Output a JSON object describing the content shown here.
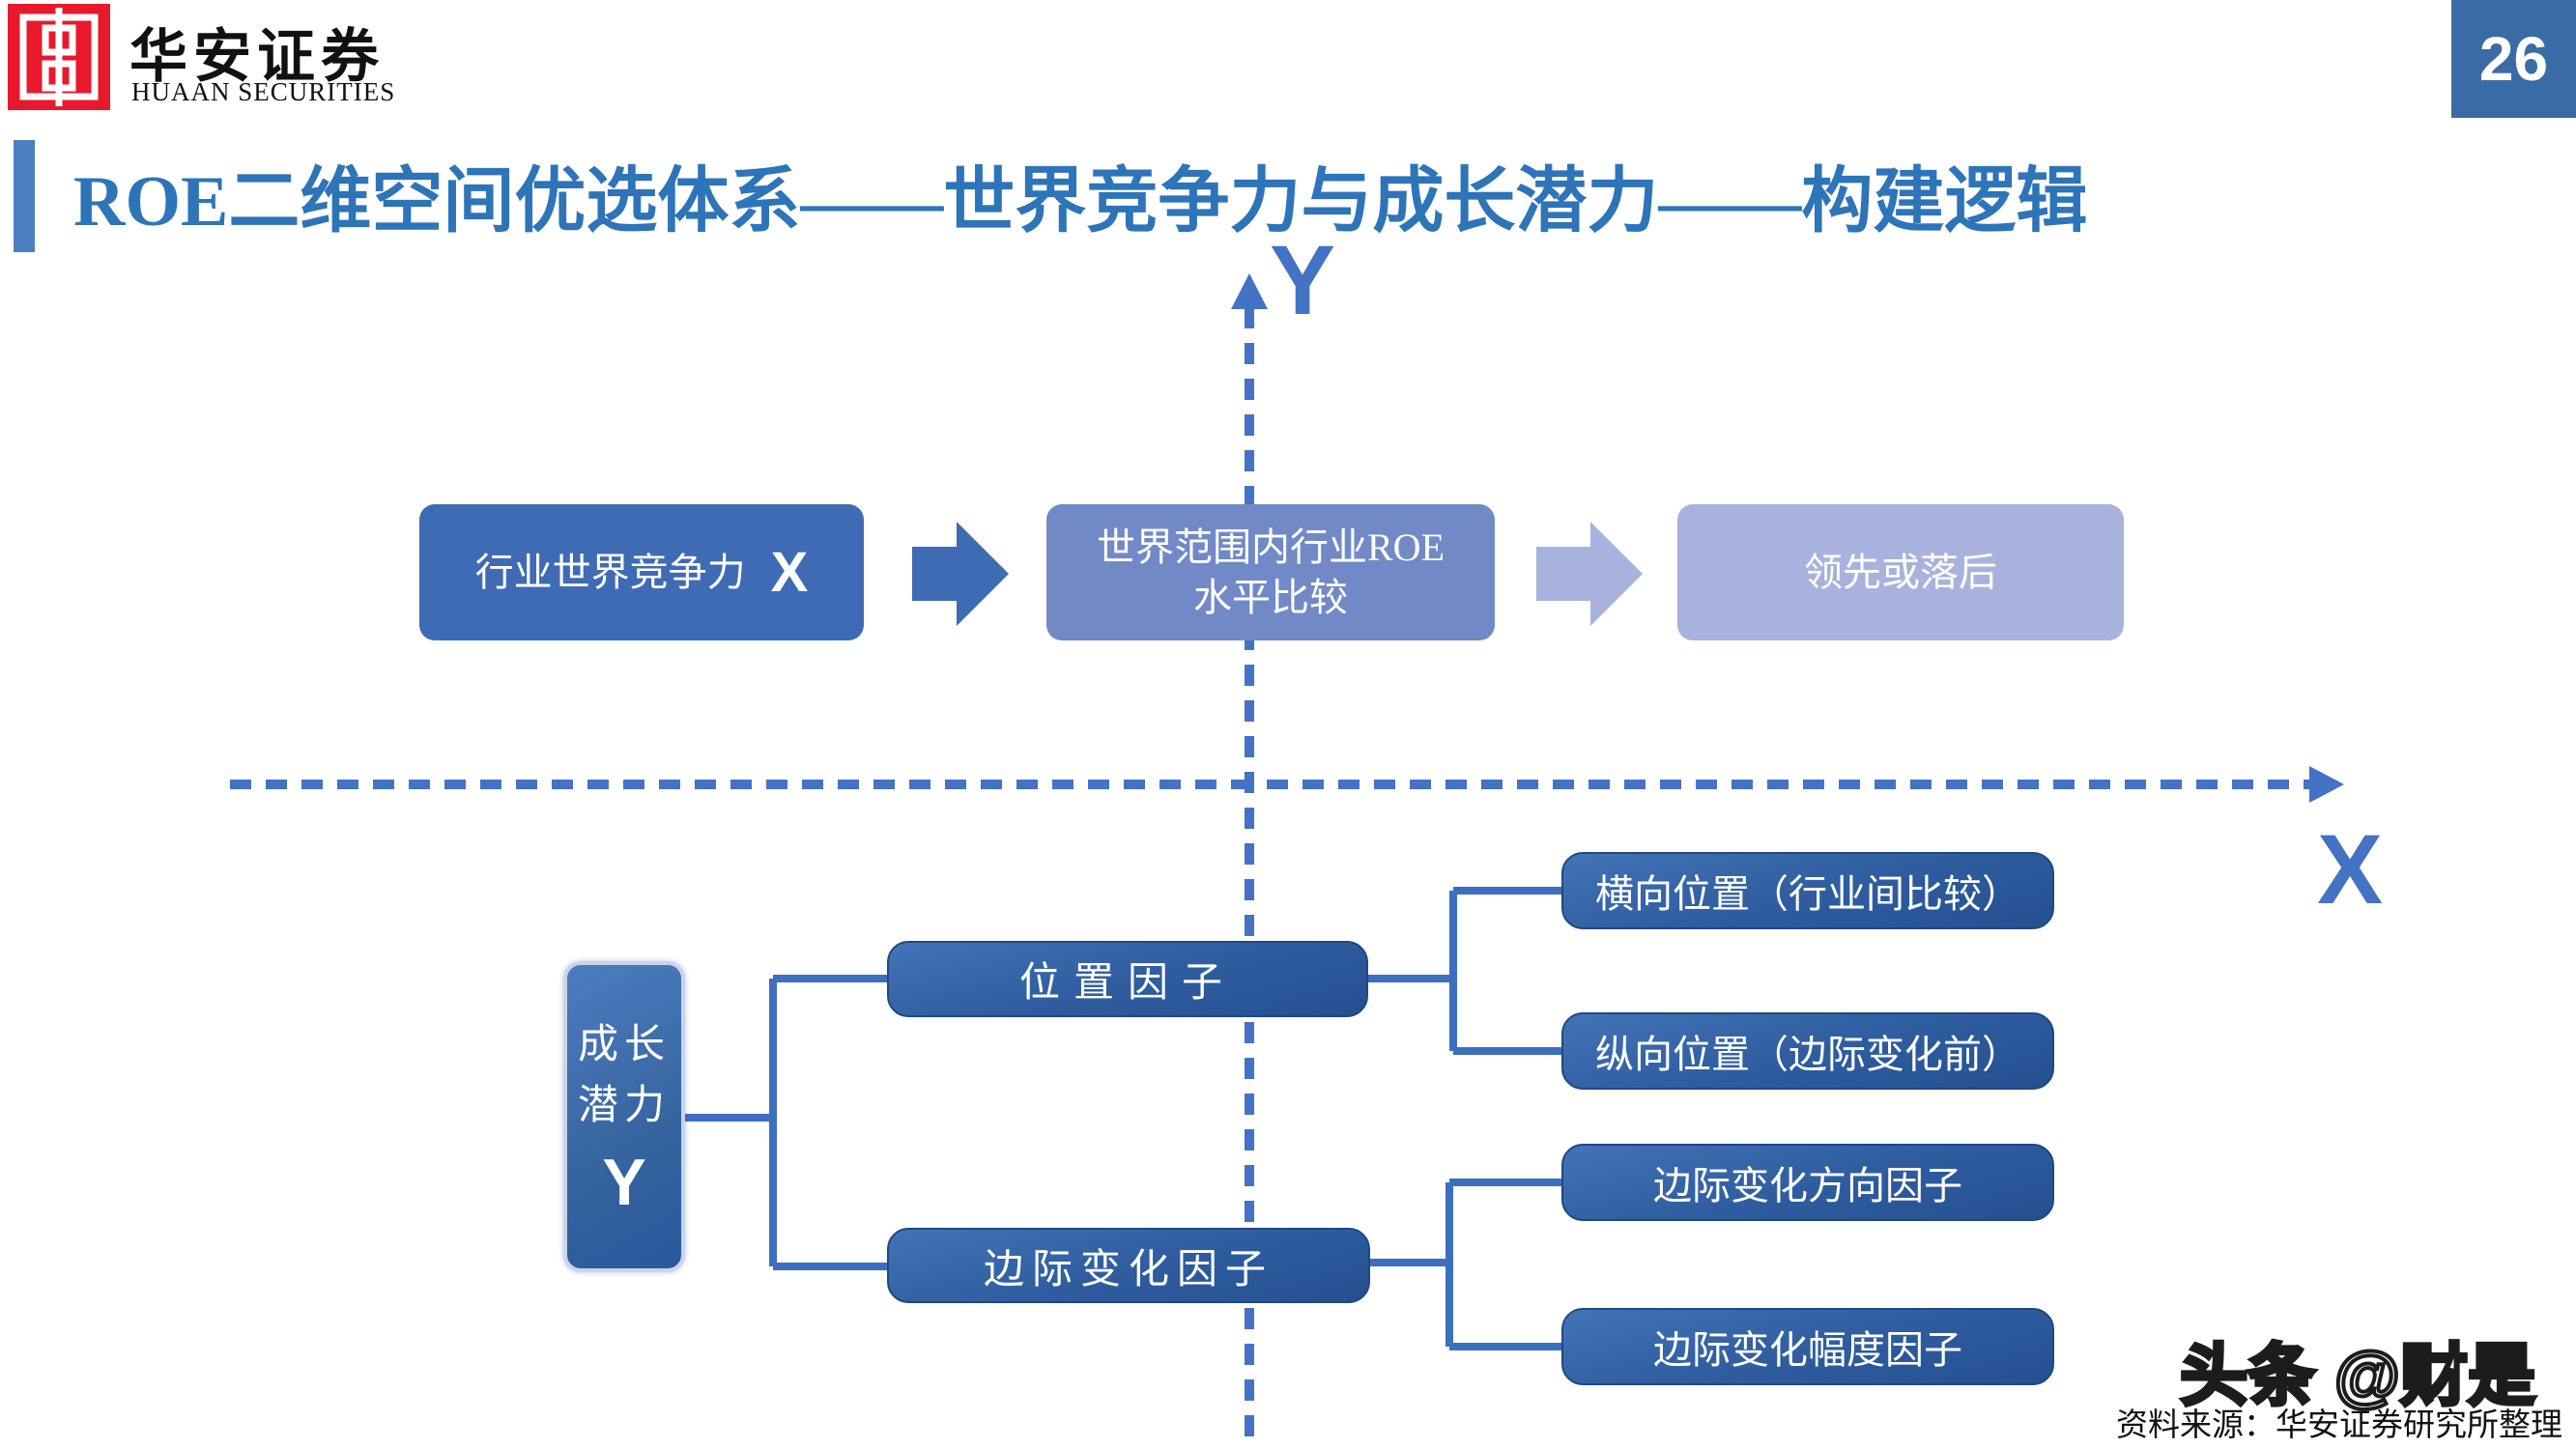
{
  "brand": {
    "name_cn": "华安证券",
    "name_en": "HUAAN SECURITIES"
  },
  "page": {
    "number": "26"
  },
  "title": "ROE二维空间优选体系——世界竞争力与成长潜力——构建逻辑",
  "axes": {
    "y_label": "Y",
    "x_label": "X"
  },
  "flow": {
    "box1_label": "行业世界竞争力",
    "box1_var": "X",
    "box2_line1": "世界范围内行业ROE",
    "box2_line2": "水平比较",
    "box3_label": "领先或落后"
  },
  "tree": {
    "root_line1": "成长",
    "root_line2": "潜力",
    "root_var": "Y",
    "branch1_label": "位置因子",
    "branch1_children": [
      "横向位置（行业间比较）",
      "纵向位置（边际变化前）"
    ],
    "branch2_label": "边际变化因子",
    "branch2_children": [
      "边际变化方向因子",
      "边际变化幅度因子"
    ]
  },
  "footer": {
    "watermark": "头条 @财是",
    "source": "资料来源：华安证券研究所整理"
  },
  "colors": {
    "axis-blue": "#4472C4",
    "title-blue": "#2E74B8",
    "accent-bar": "#4C7FC1",
    "flow-mid": "#3F6BB5",
    "flow-medium": "#7289C8",
    "flow-pale": "#A7B3DC",
    "navy-top": "#4273B6",
    "navy-bottom": "#245090",
    "connector": "#3C6FC0",
    "page-box": "#3A6BA5",
    "logo-red": "#E8192C",
    "ink": "#111111"
  }
}
